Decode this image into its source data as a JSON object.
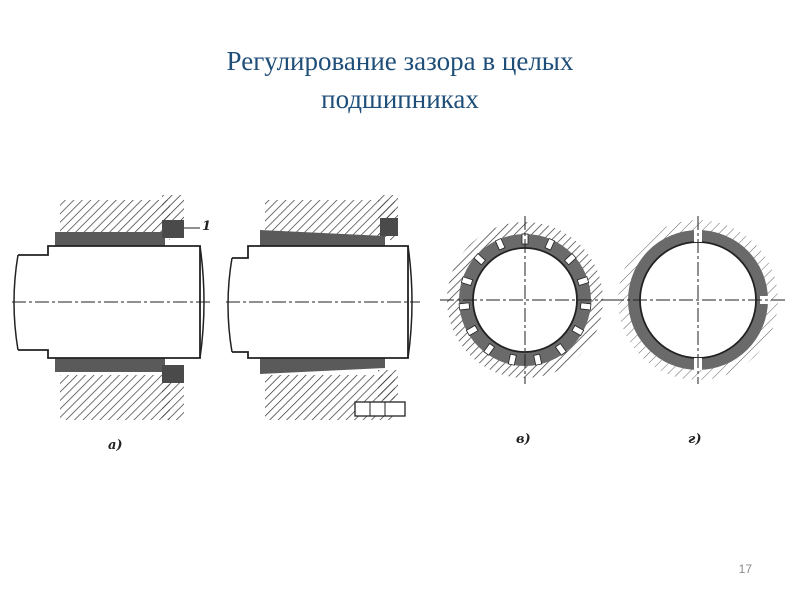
{
  "slide": {
    "title_line1": "Регулирование зазора в целых",
    "title_line2": "подшипниках",
    "page_number": "17"
  },
  "figure": {
    "part_label_1": "1",
    "caption_a": "а)",
    "caption_v": "в)",
    "caption_g": "г)"
  }
}
